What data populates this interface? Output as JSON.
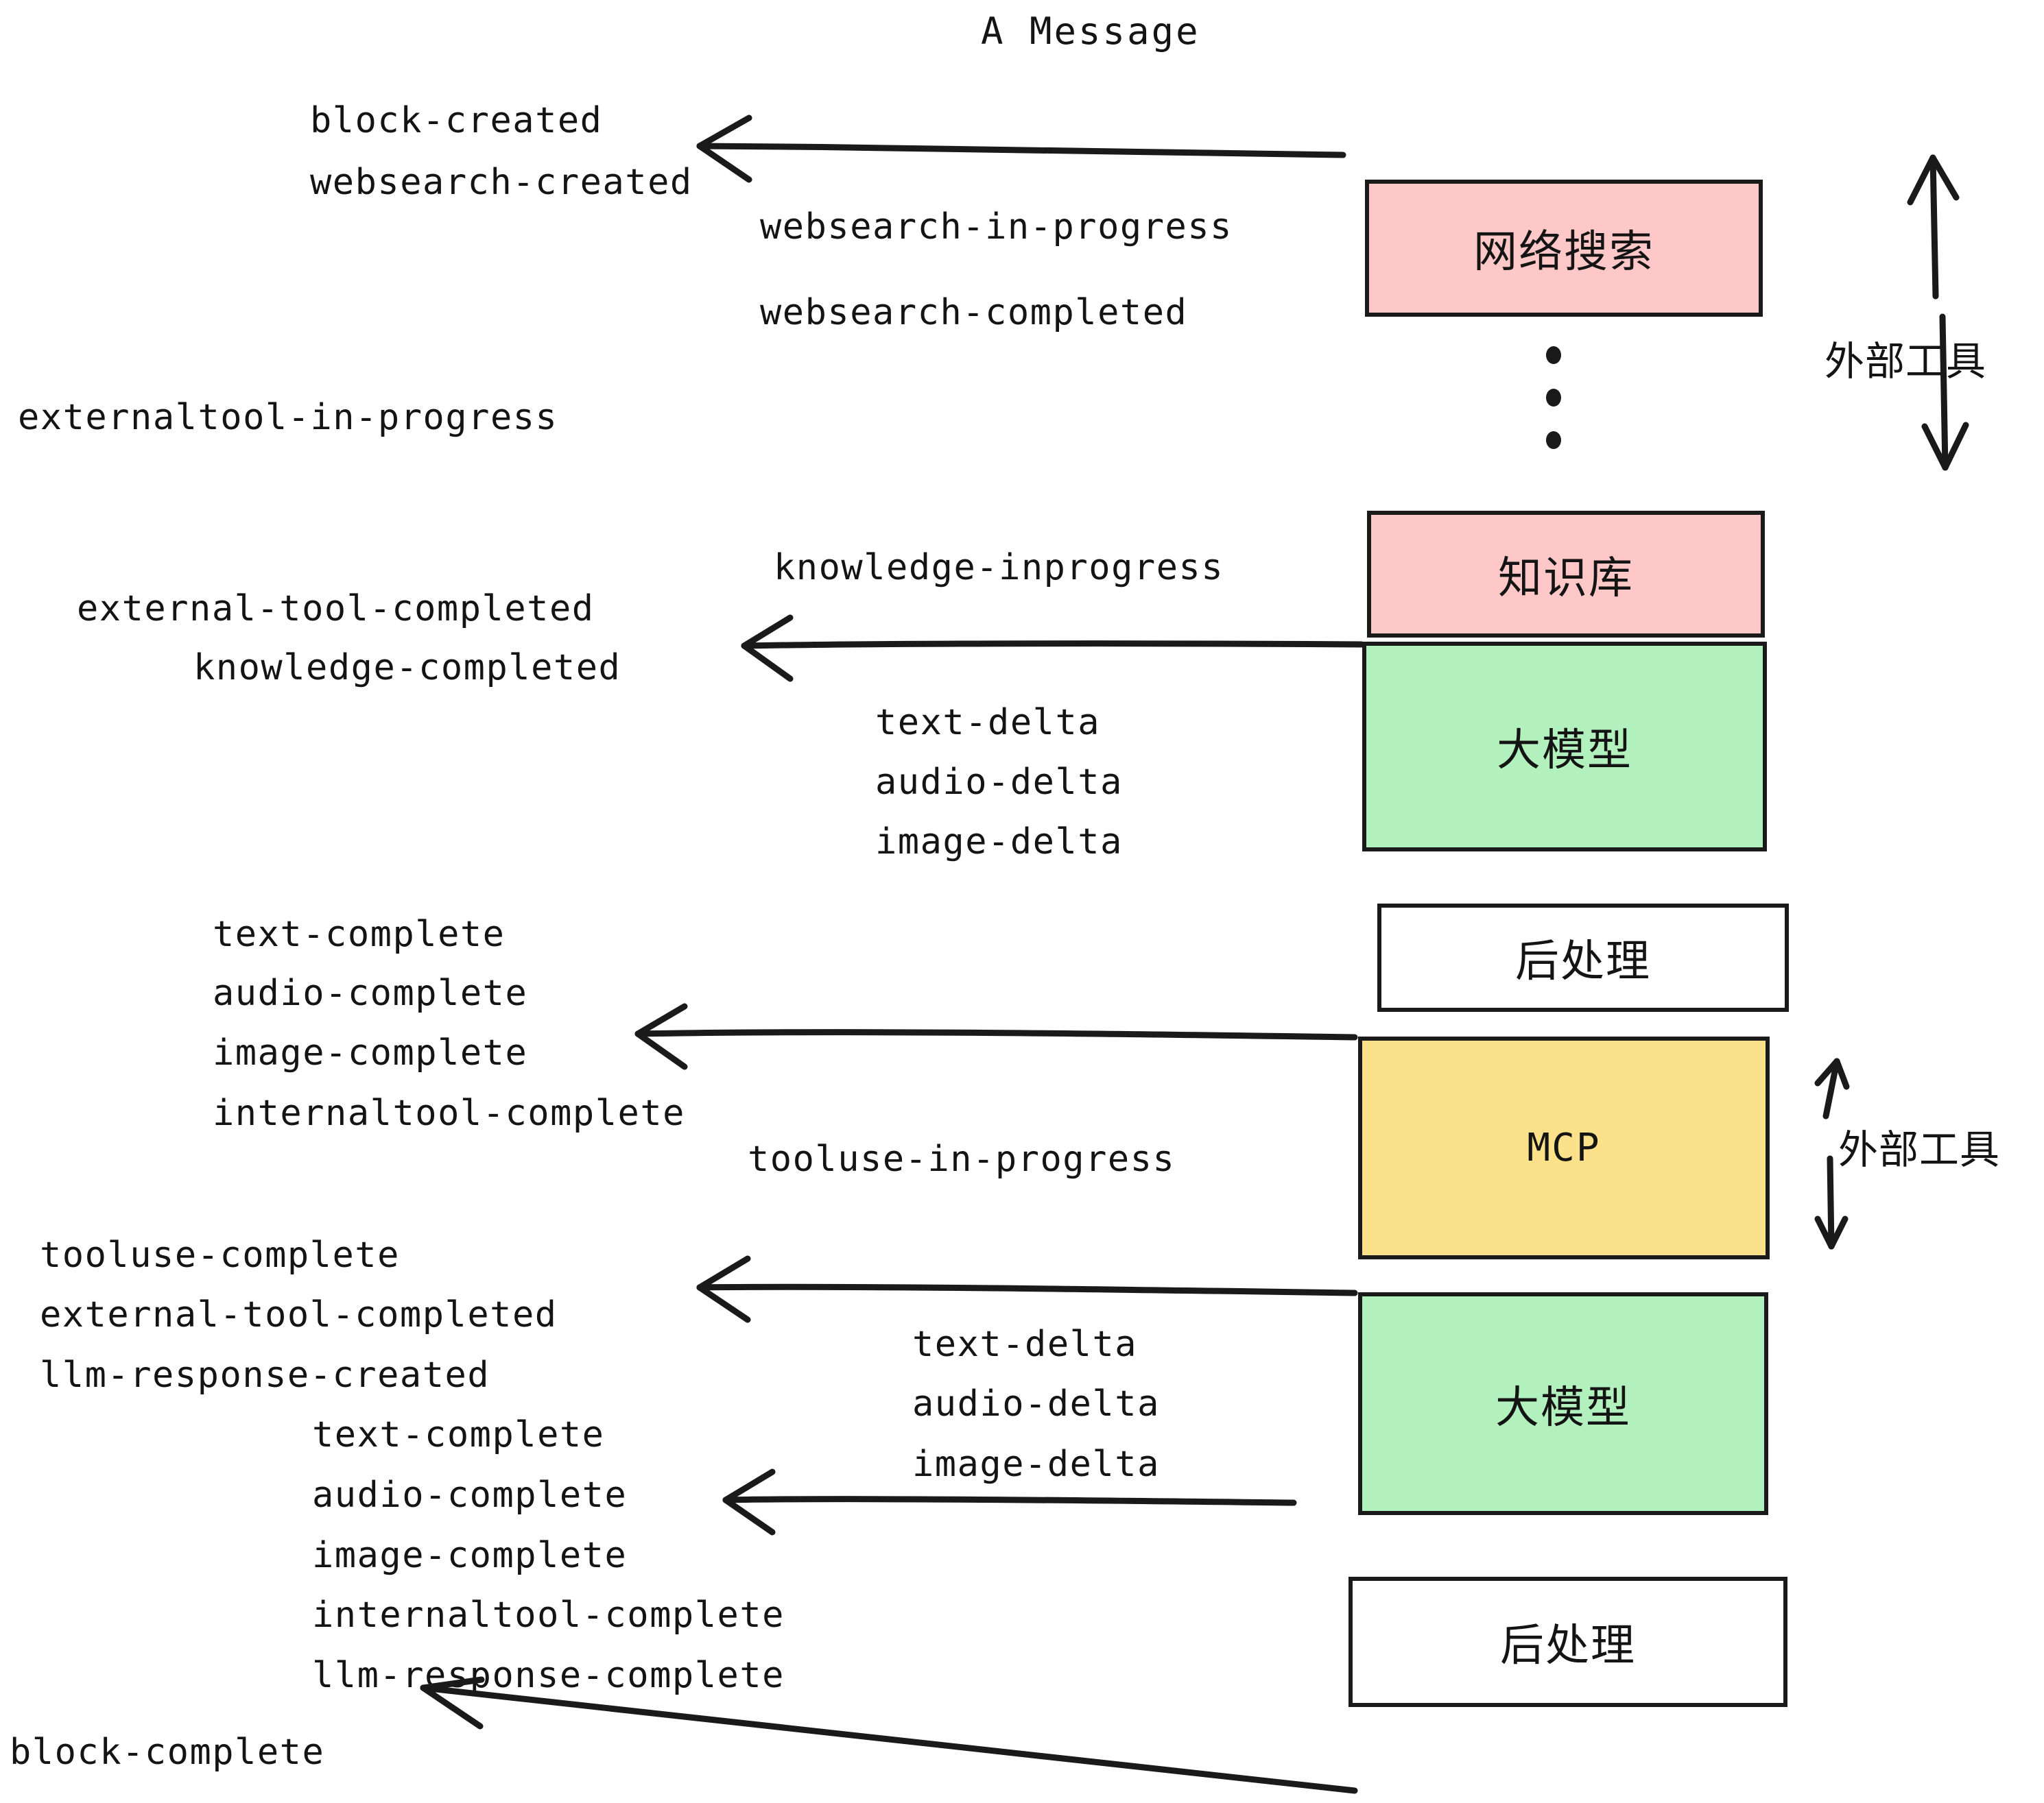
{
  "title": "A Message",
  "colors": {
    "pink": "#FFC8C8",
    "green": "#B2F0BE",
    "yellow": "#FBE18A",
    "white": "#FFFFFF",
    "stroke": "#1A1A1A",
    "text": "#141414"
  },
  "boxes": [
    {
      "id": "websearch",
      "label": "网络搜索",
      "fill": "#FFC8C8"
    },
    {
      "id": "knowledge",
      "label": "知识库",
      "fill": "#FFC8C8"
    },
    {
      "id": "llm-top",
      "label": "大模型",
      "fill": "#B2F0BE"
    },
    {
      "id": "postprocess-top",
      "label": "后处理",
      "fill": "#FFFFFF"
    },
    {
      "id": "mcp",
      "label": "MCP",
      "fill": "#FBE18A"
    },
    {
      "id": "llm-bottom",
      "label": "大模型",
      "fill": "#B2F0BE"
    },
    {
      "id": "postprocess-bottom",
      "label": "后处理",
      "fill": "#FFFFFF"
    }
  ],
  "side_labels": [
    {
      "id": "external-tools-upper",
      "label": "外部工具"
    },
    {
      "id": "external-tools-lower",
      "label": "外部工具"
    }
  ],
  "events": [
    {
      "id": "block-created",
      "text": "block-created"
    },
    {
      "id": "websearch-created",
      "text": "websearch-created"
    },
    {
      "id": "websearch-in-progress",
      "text": "websearch-in-progress"
    },
    {
      "id": "websearch-completed",
      "text": "websearch-completed"
    },
    {
      "id": "externaltool-in-progress",
      "text": "externaltool-in-progress"
    },
    {
      "id": "knowledge-inprogress",
      "text": "knowledge-inprogress"
    },
    {
      "id": "external-tool-completed-1",
      "text": "external-tool-completed"
    },
    {
      "id": "knowledge-completed",
      "text": "knowledge-completed"
    },
    {
      "id": "text-delta-1",
      "text": "text-delta"
    },
    {
      "id": "audio-delta-1",
      "text": "audio-delta"
    },
    {
      "id": "image-delta-1",
      "text": "image-delta"
    },
    {
      "id": "text-complete-1",
      "text": "text-complete"
    },
    {
      "id": "audio-complete-1",
      "text": "audio-complete"
    },
    {
      "id": "image-complete-1",
      "text": "image-complete"
    },
    {
      "id": "internaltool-complete-1",
      "text": "internaltool-complete"
    },
    {
      "id": "tooluse-in-progress",
      "text": "tooluse-in-progress"
    },
    {
      "id": "tooluse-complete",
      "text": "tooluse-complete"
    },
    {
      "id": "external-tool-completed-2",
      "text": "external-tool-completed"
    },
    {
      "id": "llm-response-created",
      "text": "llm-response-created"
    },
    {
      "id": "text-delta-2",
      "text": "text-delta"
    },
    {
      "id": "audio-delta-2",
      "text": "audio-delta"
    },
    {
      "id": "image-delta-2",
      "text": "image-delta"
    },
    {
      "id": "text-complete-2",
      "text": "text-complete"
    },
    {
      "id": "audio-complete-2",
      "text": "audio-complete"
    },
    {
      "id": "image-complete-2",
      "text": "image-complete"
    },
    {
      "id": "internaltool-complete-2",
      "text": "internaltool-complete"
    },
    {
      "id": "llm-response-complete",
      "text": "llm-response-complete"
    },
    {
      "id": "block-complete",
      "text": "block-complete"
    }
  ]
}
